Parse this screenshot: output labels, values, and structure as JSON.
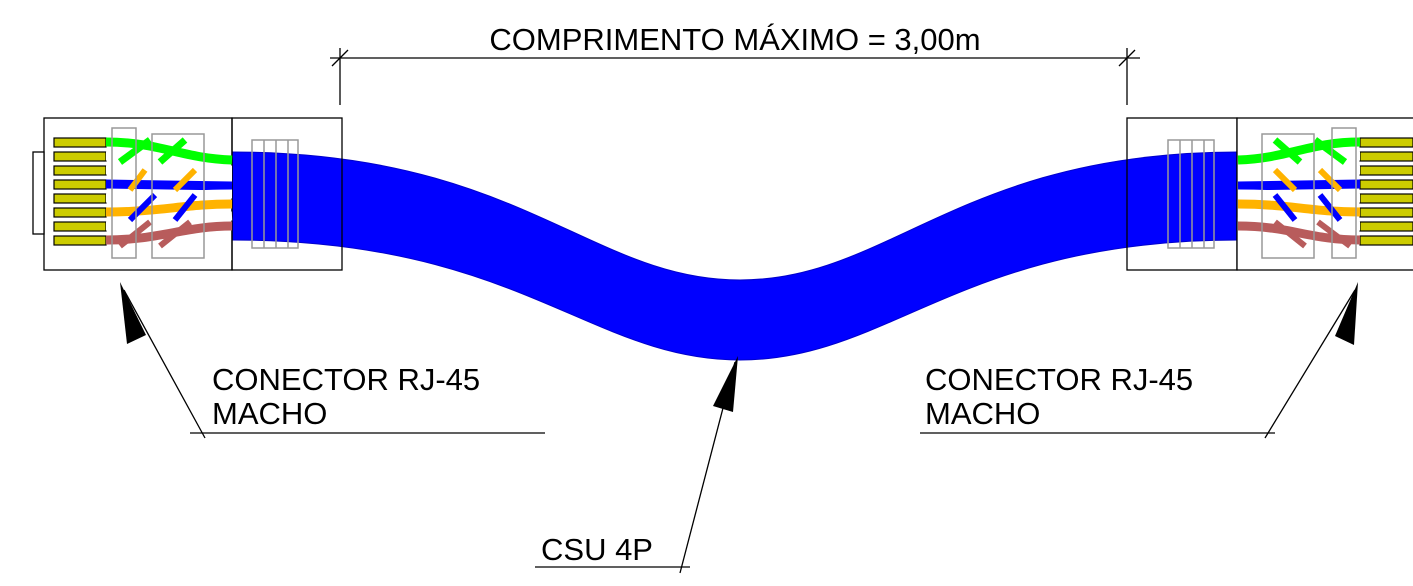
{
  "dimension": {
    "label": "COMPRIMENTO MÁXIMO = 3,00m"
  },
  "left_connector": {
    "line1": "CONECTOR RJ-45",
    "line2": "MACHO"
  },
  "right_connector": {
    "line1": "CONECTOR RJ-45",
    "line2": "MACHO"
  },
  "cable": {
    "label": "CSU 4P",
    "color": "#0000ff"
  },
  "colors": {
    "pin_fill": "#cccc00",
    "green_pair": "#00ff00",
    "blue_pair": "#0000ff",
    "orange_pair": "#ffb300",
    "brown_pair": "#b85c5c",
    "outline": "#000000",
    "grey": "#999999"
  }
}
